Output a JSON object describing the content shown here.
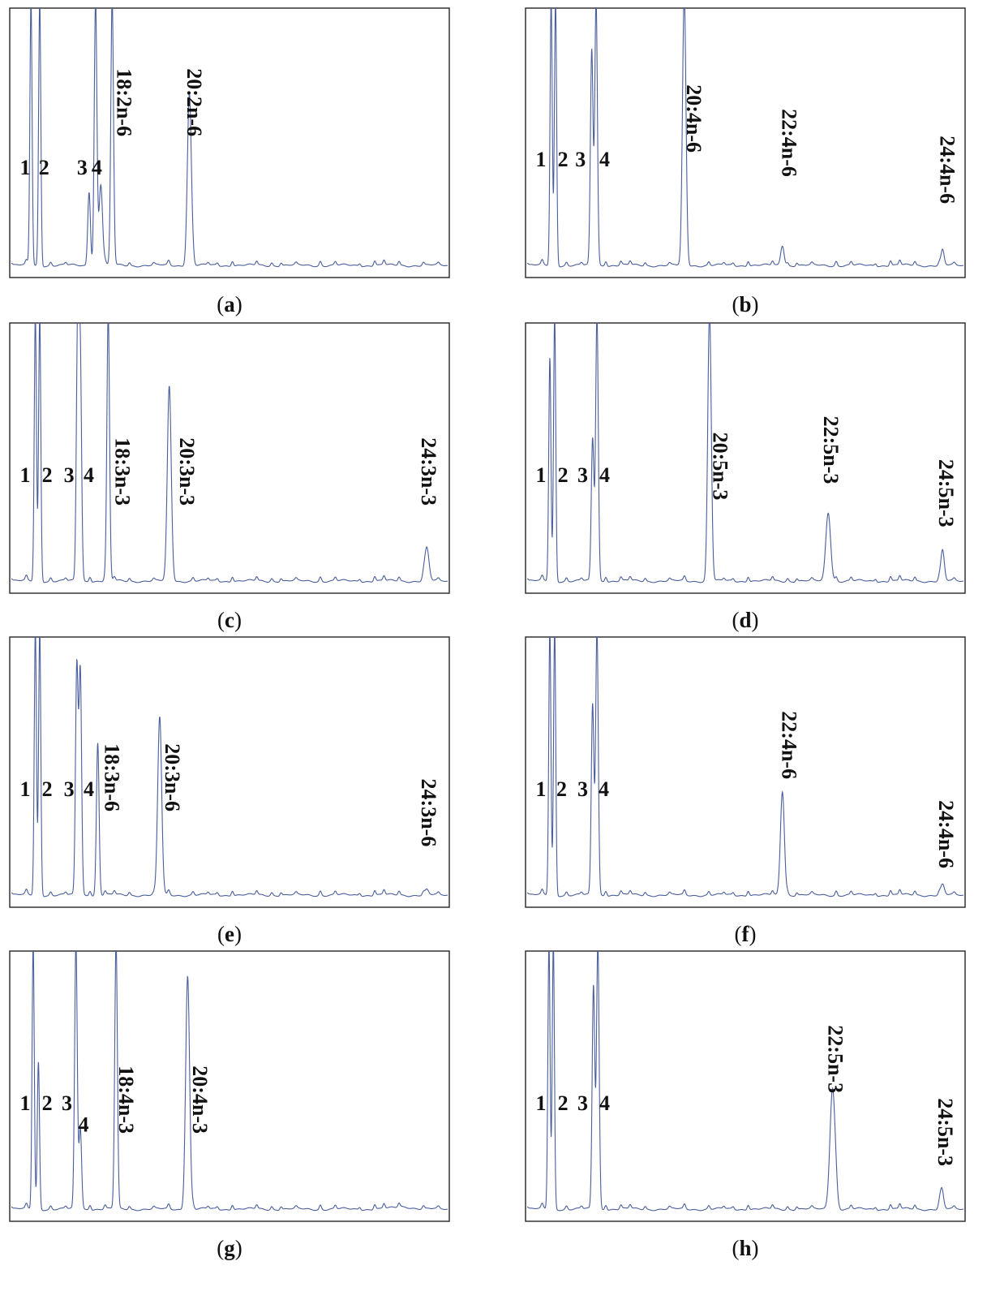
{
  "chart_data": [
    {
      "type": "line",
      "panel_label": "a",
      "baseline_offset": 0,
      "numeric_labels": [
        "1",
        "2",
        "3",
        "4"
      ],
      "peaks": [
        {
          "x": 0.045,
          "height": 1.05,
          "width": 0.0025
        },
        {
          "x": 0.065,
          "height": 1.05,
          "width": 0.0025
        },
        {
          "x": 0.178,
          "height": 0.28,
          "width": 0.003
        },
        {
          "x": 0.193,
          "height": 1.05,
          "width": 0.003
        },
        {
          "x": 0.205,
          "height": 0.32,
          "width": 0.004
        },
        {
          "x": 0.231,
          "height": 1.05,
          "width": 0.003
        },
        {
          "x": 0.408,
          "height": 0.68,
          "width": 0.0045
        }
      ],
      "labels": [
        {
          "text": "1",
          "x": 0.035,
          "y": 0.6,
          "rot": 0
        },
        {
          "text": "2",
          "x": 0.078,
          "y": 0.6,
          "rot": 0
        },
        {
          "text": "3",
          "x": 0.165,
          "y": 0.6,
          "rot": 0
        },
        {
          "text": "4",
          "x": 0.198,
          "y": 0.6,
          "rot": 0
        },
        {
          "text": "18:2n-6",
          "x": 0.255,
          "y": 0.35,
          "rot": 90
        },
        {
          "text": "20:2n-6",
          "x": 0.415,
          "y": 0.35,
          "rot": 90
        }
      ]
    },
    {
      "type": "line",
      "panel_label": "b",
      "baseline_offset": 0,
      "numeric_labels": [
        "1",
        "2",
        "3",
        "4"
      ],
      "peaks": [
        {
          "x": 0.055,
          "height": 1.05,
          "width": 0.0025
        },
        {
          "x": 0.065,
          "height": 1.05,
          "width": 0.0025
        },
        {
          "x": 0.148,
          "height": 0.85,
          "width": 0.003
        },
        {
          "x": 0.158,
          "height": 1.05,
          "width": 0.003
        },
        {
          "x": 0.36,
          "height": 1.05,
          "width": 0.004
        },
        {
          "x": 0.585,
          "height": 0.08,
          "width": 0.004
        },
        {
          "x": 0.952,
          "height": 0.06,
          "width": 0.0035
        }
      ],
      "labels": [
        {
          "text": "1",
          "x": 0.035,
          "y": 0.57,
          "rot": 0
        },
        {
          "text": "2",
          "x": 0.085,
          "y": 0.57,
          "rot": 0
        },
        {
          "text": "3",
          "x": 0.125,
          "y": 0.57,
          "rot": 0
        },
        {
          "text": "4",
          "x": 0.18,
          "y": 0.57,
          "rot": 0
        },
        {
          "text": "20:4n-6",
          "x": 0.378,
          "y": 0.41,
          "rot": 90
        },
        {
          "text": "22:4n-6",
          "x": 0.595,
          "y": 0.5,
          "rot": 90
        },
        {
          "text": "24:4n-6",
          "x": 0.955,
          "y": 0.6,
          "rot": 90
        }
      ]
    },
    {
      "type": "line",
      "panel_label": "c",
      "baseline_offset": 0,
      "numeric_labels": [
        "1",
        "2",
        "3",
        "4"
      ],
      "peaks": [
        {
          "x": 0.055,
          "height": 1.05,
          "width": 0.0025
        },
        {
          "x": 0.065,
          "height": 1.05,
          "width": 0.0025
        },
        {
          "x": 0.152,
          "height": 1.0,
          "width": 0.003
        },
        {
          "x": 0.158,
          "height": 0.85,
          "width": 0.003
        },
        {
          "x": 0.222,
          "height": 1.05,
          "width": 0.003
        },
        {
          "x": 0.362,
          "height": 0.75,
          "width": 0.0045
        },
        {
          "x": 0.952,
          "height": 0.13,
          "width": 0.005
        }
      ],
      "labels": [
        {
          "text": "1",
          "x": 0.035,
          "y": 0.57,
          "rot": 0
        },
        {
          "text": "2",
          "x": 0.085,
          "y": 0.57,
          "rot": 0
        },
        {
          "text": "3",
          "x": 0.135,
          "y": 0.57,
          "rot": 0
        },
        {
          "text": "4",
          "x": 0.18,
          "y": 0.57,
          "rot": 0
        },
        {
          "text": "18:3n-3",
          "x": 0.252,
          "y": 0.55,
          "rot": 90
        },
        {
          "text": "20:3n-3",
          "x": 0.398,
          "y": 0.55,
          "rot": 90
        },
        {
          "text": "24:3n-3",
          "x": 0.948,
          "y": 0.55,
          "rot": 90
        }
      ]
    },
    {
      "type": "line",
      "panel_label": "d",
      "baseline_offset": 0,
      "numeric_labels": [
        "1",
        "2",
        "3",
        "4"
      ],
      "peaks": [
        {
          "x": 0.052,
          "height": 0.88,
          "width": 0.0025
        },
        {
          "x": 0.063,
          "height": 1.05,
          "width": 0.0025
        },
        {
          "x": 0.15,
          "height": 0.56,
          "width": 0.003
        },
        {
          "x": 0.16,
          "height": 1.05,
          "width": 0.003
        },
        {
          "x": 0.418,
          "height": 1.05,
          "width": 0.004
        },
        {
          "x": 0.69,
          "height": 0.27,
          "width": 0.0055
        },
        {
          "x": 0.952,
          "height": 0.12,
          "width": 0.004
        }
      ],
      "labels": [
        {
          "text": "1",
          "x": 0.035,
          "y": 0.57,
          "rot": 0
        },
        {
          "text": "2",
          "x": 0.085,
          "y": 0.57,
          "rot": 0
        },
        {
          "text": "3",
          "x": 0.13,
          "y": 0.57,
          "rot": 0
        },
        {
          "text": "4",
          "x": 0.18,
          "y": 0.57,
          "rot": 0
        },
        {
          "text": "20:5n-3",
          "x": 0.438,
          "y": 0.53,
          "rot": 90
        },
        {
          "text": "22:5n-3",
          "x": 0.69,
          "y": 0.47,
          "rot": 90
        },
        {
          "text": "24:5n-3",
          "x": 0.952,
          "y": 0.63,
          "rot": 90
        }
      ]
    },
    {
      "type": "line",
      "panel_label": "e",
      "baseline_offset": 0,
      "numeric_labels": [
        "1",
        "2",
        "3",
        "4"
      ],
      "peaks": [
        {
          "x": 0.055,
          "height": 1.05,
          "width": 0.0025
        },
        {
          "x": 0.065,
          "height": 1.05,
          "width": 0.0025
        },
        {
          "x": 0.15,
          "height": 0.9,
          "width": 0.003
        },
        {
          "x": 0.158,
          "height": 0.88,
          "width": 0.003
        },
        {
          "x": 0.198,
          "height": 0.6,
          "width": 0.003
        },
        {
          "x": 0.34,
          "height": 0.7,
          "width": 0.0045
        },
        {
          "x": 0.952,
          "height": 0.02,
          "width": 0.004
        }
      ],
      "labels": [
        {
          "text": "1",
          "x": 0.035,
          "y": 0.57,
          "rot": 0
        },
        {
          "text": "2",
          "x": 0.085,
          "y": 0.57,
          "rot": 0
        },
        {
          "text": "3",
          "x": 0.135,
          "y": 0.57,
          "rot": 0
        },
        {
          "text": "4",
          "x": 0.18,
          "y": 0.57,
          "rot": 0
        },
        {
          "text": "18:3n-6",
          "x": 0.228,
          "y": 0.52,
          "rot": 90
        },
        {
          "text": "20:3n-6",
          "x": 0.365,
          "y": 0.52,
          "rot": 90
        },
        {
          "text": "24:3n-6",
          "x": 0.948,
          "y": 0.65,
          "rot": 90
        }
      ]
    },
    {
      "type": "line",
      "panel_label": "f",
      "baseline_offset": 0,
      "numeric_labels": [
        "1",
        "2",
        "3",
        "4"
      ],
      "peaks": [
        {
          "x": 0.052,
          "height": 1.05,
          "width": 0.0025
        },
        {
          "x": 0.063,
          "height": 1.05,
          "width": 0.0025
        },
        {
          "x": 0.15,
          "height": 0.75,
          "width": 0.003
        },
        {
          "x": 0.16,
          "height": 1.05,
          "width": 0.003
        },
        {
          "x": 0.585,
          "height": 0.41,
          "width": 0.0045
        },
        {
          "x": 0.952,
          "height": 0.04,
          "width": 0.004
        }
      ],
      "labels": [
        {
          "text": "1",
          "x": 0.035,
          "y": 0.57,
          "rot": 0
        },
        {
          "text": "2",
          "x": 0.082,
          "y": 0.57,
          "rot": 0
        },
        {
          "text": "3",
          "x": 0.13,
          "y": 0.57,
          "rot": 0
        },
        {
          "text": "4",
          "x": 0.178,
          "y": 0.57,
          "rot": 0
        },
        {
          "text": "22:4n-6",
          "x": 0.595,
          "y": 0.4,
          "rot": 90
        },
        {
          "text": "24:4n-6",
          "x": 0.952,
          "y": 0.73,
          "rot": 90
        }
      ]
    },
    {
      "type": "line",
      "panel_label": "g",
      "baseline_offset": 0,
      "numeric_labels": [
        "1",
        "2",
        "3",
        "4"
      ],
      "peaks": [
        {
          "x": 0.05,
          "height": 1.05,
          "width": 0.0025
        },
        {
          "x": 0.062,
          "height": 0.58,
          "width": 0.0025
        },
        {
          "x": 0.148,
          "height": 1.05,
          "width": 0.003
        },
        {
          "x": 0.158,
          "height": 0.32,
          "width": 0.003
        },
        {
          "x": 0.24,
          "height": 1.05,
          "width": 0.003
        },
        {
          "x": 0.404,
          "height": 0.92,
          "width": 0.0045
        },
        {
          "x": 0.9,
          "height": 0.01,
          "width": 0.02
        }
      ],
      "labels": [
        {
          "text": "1",
          "x": 0.035,
          "y": 0.57,
          "rot": 0
        },
        {
          "text": "2",
          "x": 0.085,
          "y": 0.57,
          "rot": 0
        },
        {
          "text": "3",
          "x": 0.13,
          "y": 0.57,
          "rot": 0
        },
        {
          "text": "4",
          "x": 0.168,
          "y": 0.65,
          "rot": 0
        },
        {
          "text": "18:4n-3",
          "x": 0.26,
          "y": 0.55,
          "rot": 90
        },
        {
          "text": "20:4n-3",
          "x": 0.428,
          "y": 0.55,
          "rot": 90
        }
      ]
    },
    {
      "type": "line",
      "panel_label": "h",
      "baseline_offset": 0,
      "numeric_labels": [
        "1",
        "2",
        "3",
        "4"
      ],
      "peaks": [
        {
          "x": 0.05,
          "height": 1.05,
          "width": 0.0025
        },
        {
          "x": 0.06,
          "height": 1.05,
          "width": 0.0025
        },
        {
          "x": 0.152,
          "height": 0.88,
          "width": 0.003
        },
        {
          "x": 0.162,
          "height": 1.05,
          "width": 0.003
        },
        {
          "x": 0.7,
          "height": 0.48,
          "width": 0.006
        },
        {
          "x": 0.95,
          "height": 0.08,
          "width": 0.004
        }
      ],
      "labels": [
        {
          "text": "1",
          "x": 0.035,
          "y": 0.57,
          "rot": 0
        },
        {
          "text": "2",
          "x": 0.085,
          "y": 0.57,
          "rot": 0
        },
        {
          "text": "3",
          "x": 0.13,
          "y": 0.57,
          "rot": 0
        },
        {
          "text": "4",
          "x": 0.18,
          "y": 0.57,
          "rot": 0
        },
        {
          "text": "22:5n-3",
          "x": 0.7,
          "y": 0.4,
          "rot": 90
        },
        {
          "text": "24:5n-3",
          "x": 0.95,
          "y": 0.67,
          "rot": 90
        }
      ]
    }
  ],
  "colors": {
    "trace": "#4a5e9c",
    "frame": "#333333",
    "text": "#111111"
  }
}
